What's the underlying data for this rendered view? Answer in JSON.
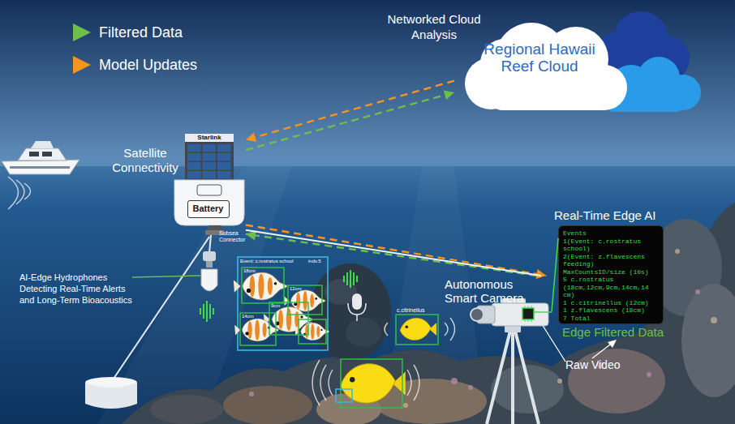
{
  "diagram": {
    "nodes": [
      {
        "text": [
          "Regional Hawaii Reef Cloud"
        ]
      },
      {
        "text": [
          "Starlink"
        ]
      },
      {
        "text": [
          "Battery"
        ],
        "in": 1
      },
      {
        "text": [
          "Autonomous Smart Camera"
        ]
      },
      {
        "text": [
          "Real-Time Edge AI",
          "Events",
          "1(Event: c.rostratus school)",
          "2(Event: z.flavescens feeding)",
          "MaxCountsID/size (10s)",
          "5 c.rostratus (18cm,12cm,9cm,14cm,14 cm)",
          "1 c.citrinellus (12cm)",
          "1 z.flavescens (18cm)",
          "7 Total"
        ]
      }
    ],
    "edges": [
      {
        "from": 0,
        "to": 1,
        "arrow": "to"
      },
      {
        "from": 1,
        "to": 0,
        "arrow": "to"
      },
      {
        "from": 1,
        "to": 3,
        "arrow": "to"
      },
      {
        "from": 3,
        "to": 1,
        "arrow": "to"
      },
      {
        "from": 1,
        "to": 3,
        "arrow": "none"
      },
      {
        "from": 3,
        "to": 4,
        "arrow": "none"
      }
    ],
    "labels": [
      "Networked Cloud Analysis",
      "Satellite Connectivity",
      "Subsea Connector",
      "AI-Edge Hydrophones Detecting Real-Time Alerts and Long-Term Bioacoustics",
      "Event: c.rostratus school",
      "indv.5",
      "18cm",
      "12cm",
      "9cm",
      "14cm",
      "14cm",
      "c.citrinellus",
      "Edge Filtered Data",
      "Raw Video"
    ],
    "legend": [
      {
        "text": "Filtered Data",
        "color": "#6cc04a"
      },
      {
        "text": "Model Updates",
        "color": "#f7941d"
      }
    ]
  }
}
